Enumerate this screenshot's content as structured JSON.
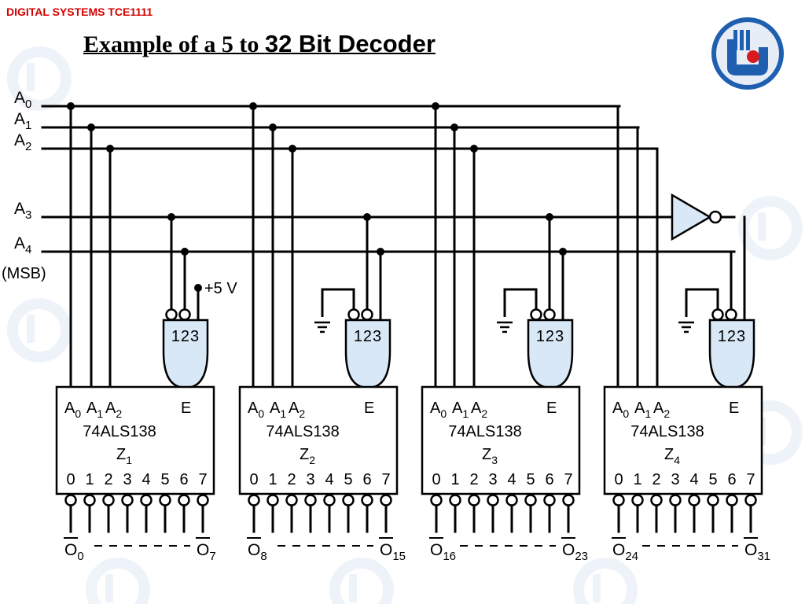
{
  "header": {
    "course": "DIGITAL SYSTEMS TCE1111",
    "title_serif": "Example of a 5 to ",
    "title_sans": "32 Bit Decoder"
  },
  "logo": {
    "icon": "university-logo-icon"
  },
  "colors": {
    "course_text": "#d00000",
    "gate_fill": "#d9e8f7",
    "wire": "#000000"
  },
  "diagram": {
    "inputs": [
      {
        "sym": "A",
        "sub": "0"
      },
      {
        "sym": "A",
        "sub": "1"
      },
      {
        "sym": "A",
        "sub": "2"
      },
      {
        "sym": "A",
        "sub": "3"
      },
      {
        "sym": "A",
        "sub": "4"
      }
    ],
    "msb_note": "(MSB)",
    "supply": "+5 V",
    "gate_pins": "123",
    "chip": {
      "pins_a": [
        {
          "sym": "A",
          "sub": "0"
        },
        {
          "sym": "A",
          "sub": "1"
        },
        {
          "sym": "A",
          "sub": "2"
        }
      ],
      "enable": "E",
      "part": "74ALS138",
      "outputs": [
        "0",
        "1",
        "2",
        "3",
        "4",
        "5",
        "6",
        "7"
      ]
    },
    "decoders": [
      {
        "label": {
          "sym": "Z",
          "sub": "1"
        },
        "out_first": {
          "sym": "O",
          "sub": "0"
        },
        "out_last": {
          "sym": "O",
          "sub": "7"
        }
      },
      {
        "label": {
          "sym": "Z",
          "sub": "2"
        },
        "out_first": {
          "sym": "O",
          "sub": "8"
        },
        "out_last": {
          "sym": "O",
          "sub": "15"
        }
      },
      {
        "label": {
          "sym": "Z",
          "sub": "3"
        },
        "out_first": {
          "sym": "O",
          "sub": "16"
        },
        "out_last": {
          "sym": "O",
          "sub": "23"
        }
      },
      {
        "label": {
          "sym": "Z",
          "sub": "4"
        },
        "out_first": {
          "sym": "O",
          "sub": "24"
        },
        "out_last": {
          "sym": "O",
          "sub": "31"
        }
      }
    ]
  }
}
